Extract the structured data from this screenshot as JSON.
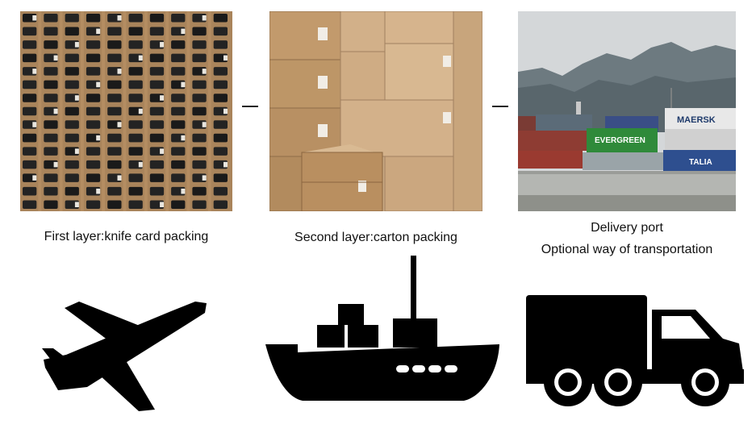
{
  "steps": [
    {
      "caption": "First layer:knife card packing"
    },
    {
      "caption": "Second layer:carton packing"
    },
    {
      "caption": "Delivery port",
      "subcaption": "Optional way of transportation"
    }
  ],
  "port_photo": {
    "container_labels": [
      "EVERGREEN",
      "MAERSK",
      "TALIA"
    ]
  },
  "colors": {
    "icon": "#000000",
    "cardboard": "#b08a62",
    "sky": "#cfd3d6",
    "evergreen": "#2f8a3a"
  },
  "icons": [
    "airplane-icon",
    "cargo-ship-icon",
    "truck-icon"
  ]
}
